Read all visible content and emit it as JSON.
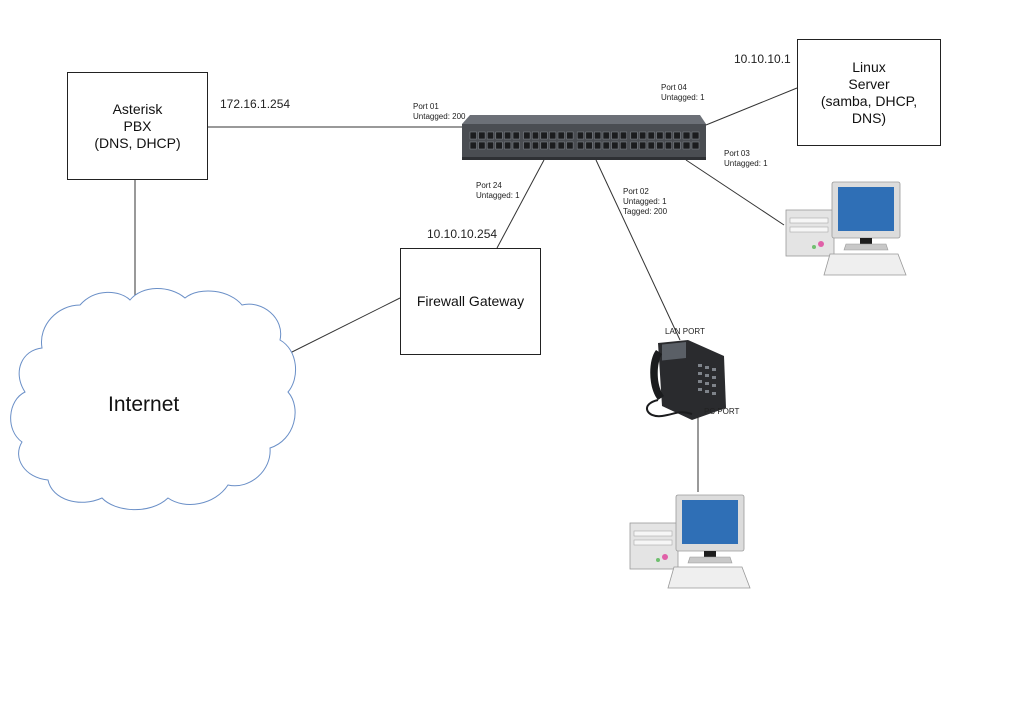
{
  "nodes": {
    "asterisk": {
      "lines": [
        "Asterisk",
        "PBX",
        "(DNS, DHCP)"
      ]
    },
    "linux": {
      "lines": [
        "Linux",
        "Server",
        "(samba, DHCP,",
        "DNS)"
      ]
    },
    "firewall": {
      "label": "Firewall Gateway"
    },
    "internet": {
      "label": "Internet"
    }
  },
  "ip_labels": {
    "asterisk": "172.16.1.254",
    "linux": "10.10.10.1",
    "firewall": "10.10.10.254"
  },
  "port_labels": {
    "port01": [
      "Port 01",
      "Untagged: 200"
    ],
    "port04": [
      "Port 04",
      "Untagged: 1"
    ],
    "port03": [
      "Port 03",
      "Untagged: 1"
    ],
    "port24": [
      "Port 24",
      "Untagged: 1"
    ],
    "port02": [
      "Port 02",
      "Untagged: 1",
      "Tagged:  200"
    ]
  },
  "phone_labels": {
    "lan": "LAN PORT",
    "pc": "PC PORT"
  },
  "colors": {
    "line": "#333333",
    "switch_body": "#4a4d52",
    "cloud_stroke": "#6a8fc7",
    "monitor_screen": "#2f6fb6"
  }
}
